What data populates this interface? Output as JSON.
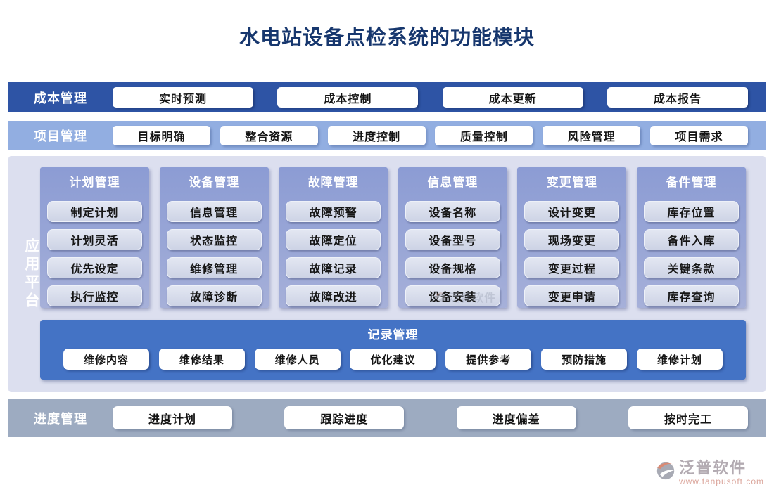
{
  "title": "水电站设备点检系统的功能模块",
  "cost": {
    "label": "成本管理",
    "items": [
      "实时预测",
      "成本控制",
      "成本更新",
      "成本报告"
    ]
  },
  "project": {
    "label": "项目管理",
    "items": [
      "目标明确",
      "整合资源",
      "进度控制",
      "质量控制",
      "风险管理",
      "项目需求"
    ]
  },
  "platform": {
    "label": "应用平台",
    "columns": [
      {
        "title": "计划管理",
        "items": [
          "制定计划",
          "计划灵活",
          "优先设定",
          "执行监控"
        ]
      },
      {
        "title": "设备管理",
        "items": [
          "信息管理",
          "状态监控",
          "维修管理",
          "故障诊断"
        ]
      },
      {
        "title": "故障管理",
        "items": [
          "故障预警",
          "故障定位",
          "故障记录",
          "故障改进"
        ]
      },
      {
        "title": "信息管理",
        "items": [
          "设备名称",
          "设备型号",
          "设备规格",
          "设备安装"
        ]
      },
      {
        "title": "变更管理",
        "items": [
          "设计变更",
          "现场变更",
          "变更过程",
          "变更申请"
        ]
      },
      {
        "title": "备件管理",
        "items": [
          "库存位置",
          "备件入库",
          "关键条款",
          "库存查询"
        ]
      }
    ],
    "record": {
      "title": "记录管理",
      "items": [
        "维修内容",
        "维修结果",
        "维修人员",
        "优化建议",
        "提供参考",
        "预防措施",
        "维修计划"
      ]
    }
  },
  "progress": {
    "label": "进度管理",
    "items": [
      "进度计划",
      "跟踪进度",
      "进度偏差",
      "按时完工"
    ]
  },
  "watermark": {
    "brand": "泛普软件",
    "url": "www.fanpusoft.com"
  },
  "colors": {
    "title_text": "#17376e",
    "cost_bar": "#2e54a5",
    "project_bar": "#92aee1",
    "platform_bg": "#dcdfef",
    "column_panel": "#97a4d6",
    "record_bar": "#4473c5",
    "progress_bar": "#9dabc1",
    "button_bg": "#ffffff",
    "column_button_bg": "#d5daea",
    "watermark_url_text": "#dba69c"
  }
}
